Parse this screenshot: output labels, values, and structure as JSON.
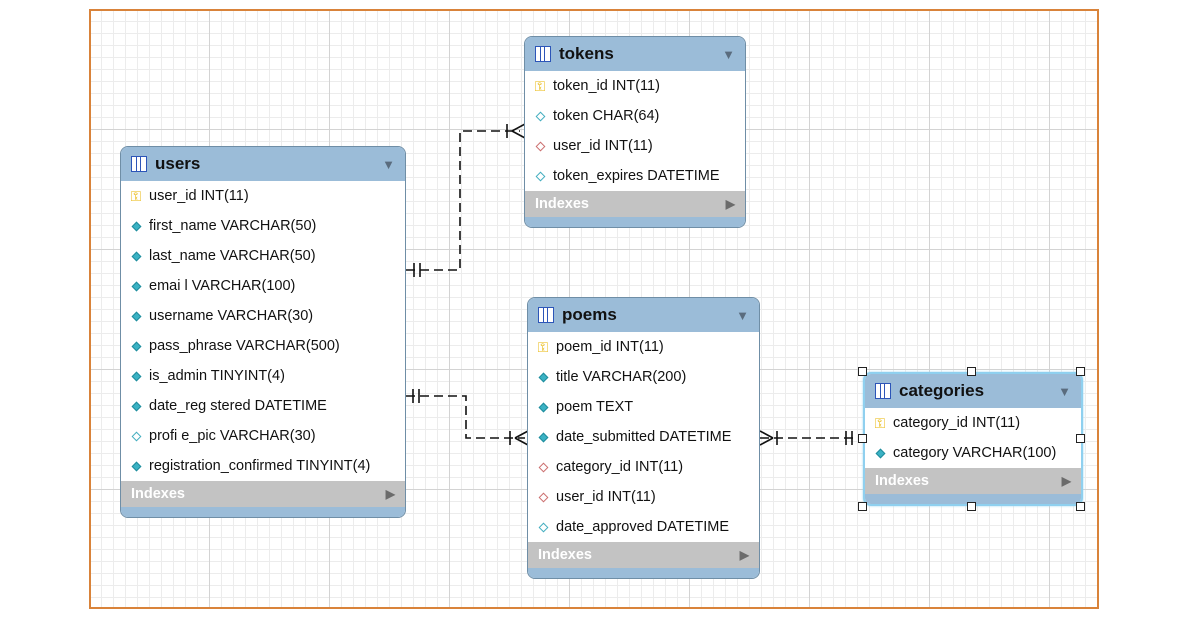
{
  "tables": {
    "tokens": {
      "name": "tokens",
      "columns": [
        {
          "text": "token_id INT(11)",
          "icon": "primary-key"
        },
        {
          "text": "token CHAR(64)",
          "icon": "nullable-column"
        },
        {
          "text": "user_id INT(11)",
          "icon": "foreign-key"
        },
        {
          "text": "token_expires DATETIME",
          "icon": "nullable-column"
        }
      ],
      "indexes_label": "Indexes"
    },
    "users": {
      "name": "users",
      "columns": [
        {
          "text": "user_id INT(11)",
          "icon": "primary-key"
        },
        {
          "text": "first_name VARCHAR(50)",
          "icon": "not-null-column"
        },
        {
          "text": "last_name VARCHAR(50)",
          "icon": "not-null-column"
        },
        {
          "text": "emai l VARCHAR(100)",
          "icon": "not-null-column"
        },
        {
          "text": "username VARCHAR(30)",
          "icon": "not-null-column"
        },
        {
          "text": "pass_phrase VARCHAR(500)",
          "icon": "not-null-column"
        },
        {
          "text": "is_admin TINYINT(4)",
          "icon": "not-null-column"
        },
        {
          "text": "date_reg stered DATETIME",
          "icon": "not-null-column"
        },
        {
          "text": "profi e_pic VARCHAR(30)",
          "icon": "nullable-column"
        },
        {
          "text": "registration_confirmed TINYINT(4)",
          "icon": "not-null-column"
        }
      ],
      "indexes_label": "Indexes"
    },
    "poems": {
      "name": "poems",
      "columns": [
        {
          "text": "poem_id INT(11)",
          "icon": "primary-key"
        },
        {
          "text": "title VARCHAR(200)",
          "icon": "not-null-column"
        },
        {
          "text": "poem TEXT",
          "icon": "not-null-column"
        },
        {
          "text": "date_submitted DATETIME",
          "icon": "not-null-column"
        },
        {
          "text": "category_id INT(11)",
          "icon": "foreign-key"
        },
        {
          "text": "user_id INT(11)",
          "icon": "foreign-key"
        },
        {
          "text": "date_approved DATETIME",
          "icon": "nullable-column"
        }
      ],
      "indexes_label": "Indexes"
    },
    "categories": {
      "name": "categories",
      "columns": [
        {
          "text": "category_id INT(11)",
          "icon": "primary-key"
        },
        {
          "text": "category VARCHAR(100)",
          "icon": "not-null-column"
        }
      ],
      "indexes_label": "Indexes"
    }
  },
  "relationships": [
    {
      "from": "users",
      "to": "tokens",
      "type": "one-to-many"
    },
    {
      "from": "users",
      "to": "poems",
      "type": "one-to-many"
    },
    {
      "from": "categories",
      "to": "poems",
      "type": "one-to-many"
    }
  ],
  "selected_table": "categories"
}
